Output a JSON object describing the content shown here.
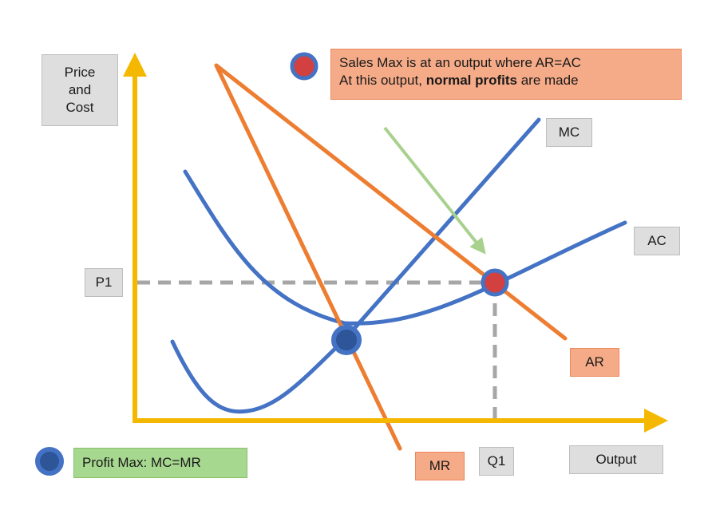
{
  "labels": {
    "y_axis": [
      "Price",
      "and",
      "Cost"
    ],
    "x_axis": "Output",
    "p1": "P1",
    "q1": "Q1",
    "mc": "MC",
    "ac": "AC",
    "ar": "AR",
    "mr": "MR"
  },
  "callouts": {
    "sales_max": {
      "line1": "Sales Max is at an output where AR=AC",
      "line2_pre": "At this output, ",
      "line2_bold": "normal profits",
      "line2_post": " are made"
    },
    "profit_max": "Profit Max: MC=MR"
  },
  "colors": {
    "axis": "#f5b800",
    "cost_curve": "#4472c4",
    "revenue_curve": "#ed7d31",
    "dashed": "#a6a6a6",
    "arrow": "#a9d18e",
    "sales_point_fill": "#d24040",
    "profit_point_fill": "#2e5597"
  }
}
